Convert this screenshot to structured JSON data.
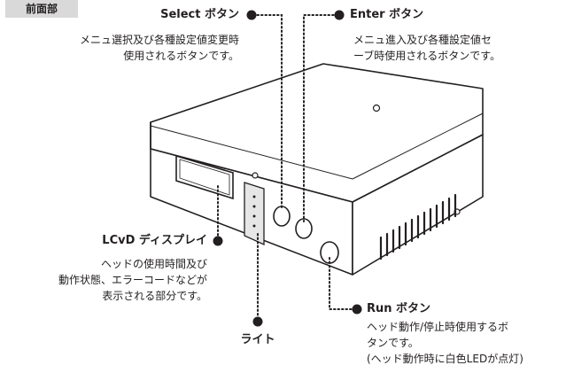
{
  "section_label": "前面部",
  "callouts": {
    "select": {
      "title": "Select ボタン",
      "lines": [
        "メニュ選択及び各種設定値変更時",
        "使用されるボタンです。"
      ]
    },
    "enter": {
      "title": "Enter ボタン",
      "lines": [
        "メニュ進入及び各種設定値セ",
        "ーブ時使用されるボタンです。"
      ]
    },
    "lcd": {
      "title": "LCvD ディスプレイ",
      "lines": [
        "ヘッドの使用時間及び",
        "動作状態、エラーコードなどが",
        "表示される部分です。"
      ]
    },
    "light": {
      "title": "ライト"
    },
    "run": {
      "title": "Run ボタン",
      "lines": [
        "ヘッド動作/停止時使用するボ",
        "タンです。",
        "(ヘッド動作時に白色LEDが点灯)"
      ]
    }
  }
}
